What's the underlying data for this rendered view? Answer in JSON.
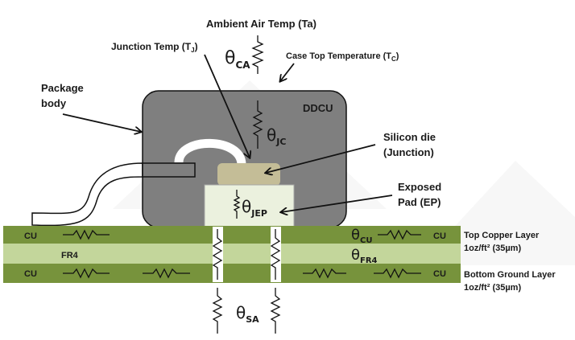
{
  "title": "Thermal resistance model of DDCU package on PCB",
  "labels": {
    "ambient": "Ambient Air Temp (Ta)",
    "junction_temp_prefix": "Junction Temp (T",
    "junction_temp_sub": "J",
    "junction_temp_suffix": ")",
    "case_top_prefix": "Case Top Temperature (T",
    "case_top_sub": "C",
    "case_top_suffix": ")",
    "package_body_line1": "Package",
    "package_body_line2": "body",
    "package_name": "DDCU",
    "silicon_die_line1": "Silicon die",
    "silicon_die_line2": "(Junction)",
    "exposed_pad_line1": "Exposed",
    "exposed_pad_line2": "Pad (EP)"
  },
  "resistances": {
    "theta_symbol": "θ",
    "ca": "CA",
    "jc": "JC",
    "jep": "JEP",
    "cu": "CU",
    "fr4": "FR4",
    "sa": "SA"
  },
  "pcb": {
    "top_layer_label": "CU",
    "core_label": "FR4",
    "bottom_layer_label": "CU",
    "right_top_cu": "CU",
    "right_bottom_cu": "CU",
    "top_layer_desc_line1": "Top Copper Layer",
    "top_layer_desc_line2": "1oz/ft² (35µm)",
    "bottom_layer_desc_line1": "Bottom Ground Layer",
    "bottom_layer_desc_line2": "1oz/ft² (35µm)"
  },
  "colors": {
    "package": "#7f7f7f",
    "die": "#c4bd97",
    "exposed_pad": "#ebf1de",
    "copper_layer": "#77933c",
    "fr4_layer": "#c3d69b",
    "via": "#ffffff"
  }
}
